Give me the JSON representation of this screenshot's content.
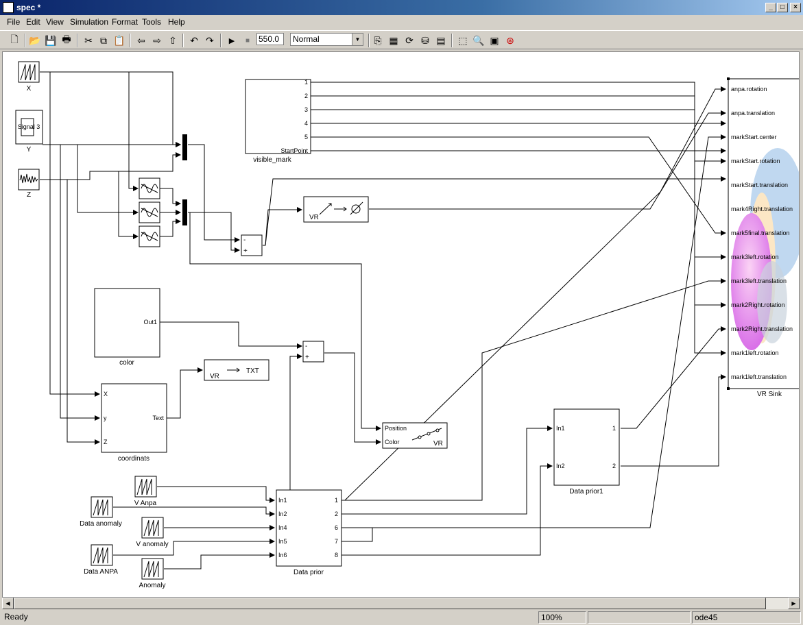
{
  "window": {
    "title": "spec *"
  },
  "menu": [
    "File",
    "Edit",
    "View",
    "Simulation",
    "Format",
    "Tools",
    "Help"
  ],
  "toolbar": {
    "stop_time": "550.0",
    "sim_mode": "Normal"
  },
  "status": {
    "state": "Ready",
    "zoom": "100%",
    "solver": "ode45"
  },
  "sources": {
    "x": "X",
    "y": "Y",
    "y_inner": "Signal 3",
    "z": "Z",
    "v_anpa": "V Anpa",
    "data_anomaly": "Data anomaly",
    "v_anomaly": "V anomaly",
    "data_anpa": "Data ANPA",
    "anomaly": "Anomaly"
  },
  "visible_mark": {
    "name": "visible_mark",
    "ports": [
      "1",
      "2",
      "3",
      "4",
      "5",
      "StartPoint"
    ]
  },
  "color_block": {
    "name": "color",
    "port": "Out1"
  },
  "coordinats": {
    "name": "coordinats",
    "in_ports": [
      "X",
      "y",
      "Z"
    ],
    "out_port": "Text"
  },
  "sum_signs": [
    "-",
    "+"
  ],
  "vr_vector": {
    "label": "VR"
  },
  "vr_text": {
    "label": "VR",
    "txt": "TXT"
  },
  "vr_pos": {
    "ports": [
      "Position",
      "Color"
    ],
    "label": "VR"
  },
  "data_prior": {
    "name": "Data prior",
    "in_ports": [
      "In1",
      "In2",
      "In4",
      "In5",
      "In6"
    ],
    "out_ports": [
      "1",
      "2",
      "6",
      "7",
      "8"
    ]
  },
  "data_prior1": {
    "name": "Data prior1",
    "in_ports": [
      "In1",
      "In2"
    ],
    "out_ports": [
      "1",
      "2"
    ]
  },
  "vr_sink": {
    "name": "VR Sink",
    "ports": [
      "anpa.rotation",
      "anpa.translation",
      "markStart.center",
      "markStart.rotation",
      "markStart.translation",
      "mark4Right.translation",
      "mark5final.translation",
      "mark3left.rotation",
      "mark3left.translation",
      "mark2Right.rotation",
      "mark2Right.translation",
      "mark1left.rotation",
      "mark1left.translation"
    ]
  }
}
